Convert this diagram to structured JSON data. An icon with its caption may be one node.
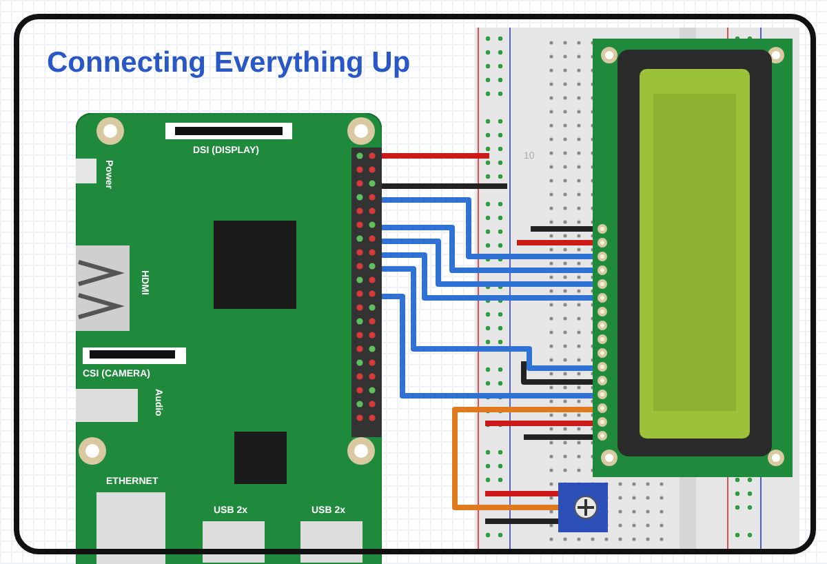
{
  "diagram": {
    "title": "Connecting Everything Up",
    "nodes": [
      {
        "text": [],
        "shape": "picture"
      },
      {
        "text": [],
        "shape": "picture"
      },
      {
        "text": [],
        "shape": "picture",
        "in": 1
      },
      {
        "text": [],
        "shape": "picture",
        "in": 1
      }
    ],
    "edges": [
      {
        "from": 0,
        "to": 1,
        "arrow": "none",
        "color": "#cc1a1a"
      },
      {
        "from": 0,
        "to": 1,
        "arrow": "none",
        "color": "#222222"
      },
      {
        "from": 0,
        "to": 2,
        "arrow": "none",
        "color": "#2f72d4"
      },
      {
        "from": 0,
        "to": 2,
        "arrow": "none",
        "color": "#2f72d4"
      },
      {
        "from": 0,
        "to": 2,
        "arrow": "none",
        "color": "#2f72d4"
      },
      {
        "from": 0,
        "to": 2,
        "arrow": "none",
        "color": "#2f72d4"
      },
      {
        "from": 0,
        "to": 2,
        "arrow": "none",
        "color": "#2f72d4"
      },
      {
        "from": 0,
        "to": 2,
        "arrow": "none",
        "color": "#2f72d4"
      },
      {
        "from": 1,
        "to": 2,
        "arrow": "none",
        "color": "#222222"
      },
      {
        "from": 1,
        "to": 2,
        "arrow": "none",
        "color": "#cc1a1a"
      },
      {
        "from": 1,
        "to": 2,
        "arrow": "none",
        "color": "#222222"
      },
      {
        "from": 2,
        "to": 3,
        "arrow": "none",
        "color": "#e07a1f"
      },
      {
        "from": 1,
        "to": 2,
        "arrow": "none",
        "color": "#cc1a1a"
      },
      {
        "from": 1,
        "to": 2,
        "arrow": "none",
        "color": "#222222"
      },
      {
        "from": 1,
        "to": 3,
        "arrow": "none",
        "color": "#cc1a1a"
      },
      {
        "from": 1,
        "to": 3,
        "arrow": "none",
        "color": "#222222"
      }
    ],
    "labels": [
      "DSI (DISPLAY)",
      "Power",
      "HDMI",
      "CSI (CAMERA)",
      "Audio",
      "ETHERNET",
      "USB 2x",
      "USB 2x",
      "10"
    ]
  }
}
